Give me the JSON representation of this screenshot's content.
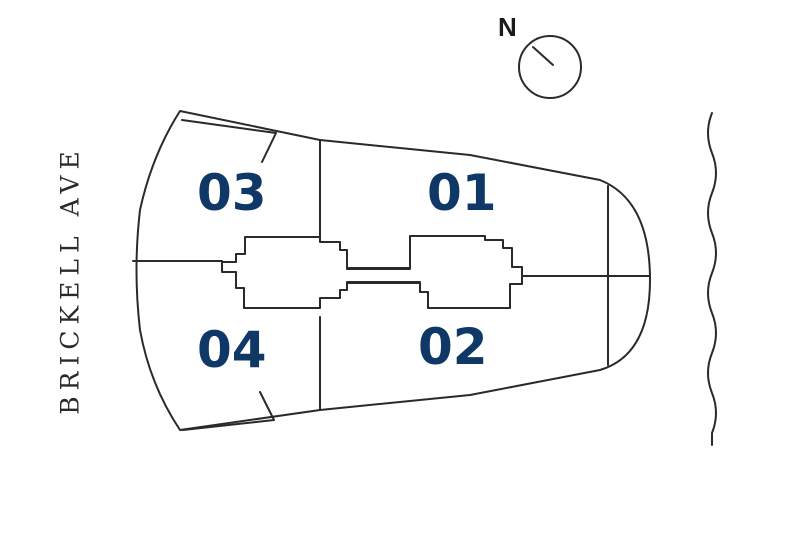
{
  "street_label": "BRICKELL AVE",
  "north_label": "N",
  "units": [
    {
      "id": "u03",
      "label": "03"
    },
    {
      "id": "u01",
      "label": "01"
    },
    {
      "id": "u04",
      "label": "04"
    },
    {
      "id": "u02",
      "label": "02"
    }
  ],
  "colors": {
    "unit_label": "#0f3866",
    "outline": "#2a2a2a",
    "street_text": "#2a2a2a"
  },
  "icons": {
    "compass": "north-arrow-icon",
    "water": "wavy-shoreline"
  }
}
